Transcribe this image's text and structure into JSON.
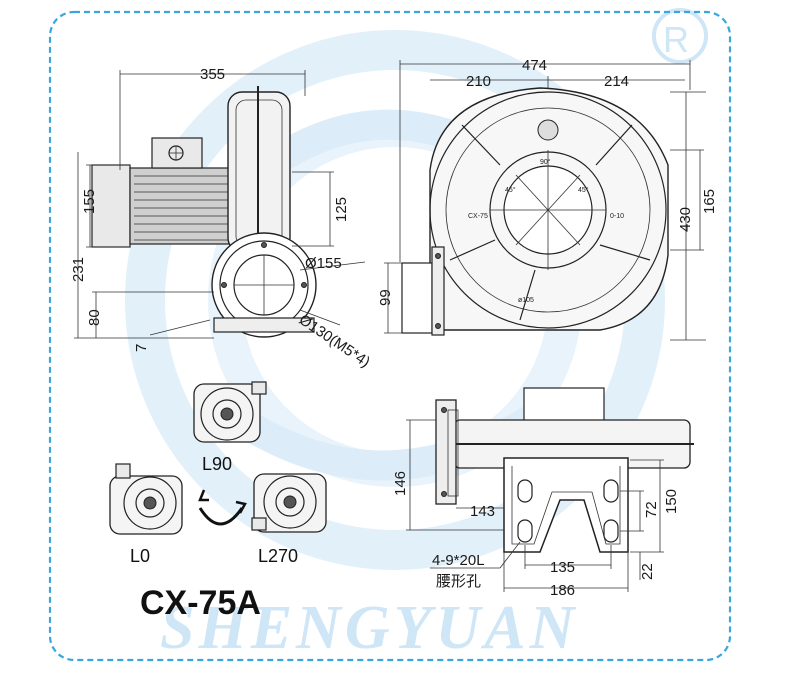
{
  "brand": {
    "watermark": "SHENGYUAN",
    "registered_mark": "®",
    "accent_color": "#3aa6dd",
    "watermark_color": "#cfe6f6"
  },
  "model": "CX-75A",
  "side_view": {
    "dims": {
      "overall_length": "355",
      "motor_height": "155",
      "outlet_height": "125",
      "total_height": "231",
      "base_height": "80",
      "foot": "7",
      "outlet_dia": "Ø155",
      "flange_dia": "Ø130(M5*4)"
    }
  },
  "front_view": {
    "dims": {
      "overall_width": "474",
      "left_width": "210",
      "right_width": "214",
      "height": "430",
      "upper_height": "165",
      "outlet_center": "99"
    },
    "marks": {
      "left": "CX-75",
      "right": "0-10",
      "bottom": "ø105",
      "angle1": "90°",
      "angle2": "45°",
      "angle3": "45°"
    }
  },
  "base_view": {
    "dims": {
      "height": "146",
      "flange_offset": "143",
      "slot_spacing": "135",
      "base_width": "186",
      "slot_height": "72",
      "total_height": "150",
      "slot_bottom": "22"
    },
    "slot_spec": "4-9*20L",
    "slot_name": "腰形孔"
  },
  "orientations": [
    "L90",
    "L0",
    "L270"
  ]
}
